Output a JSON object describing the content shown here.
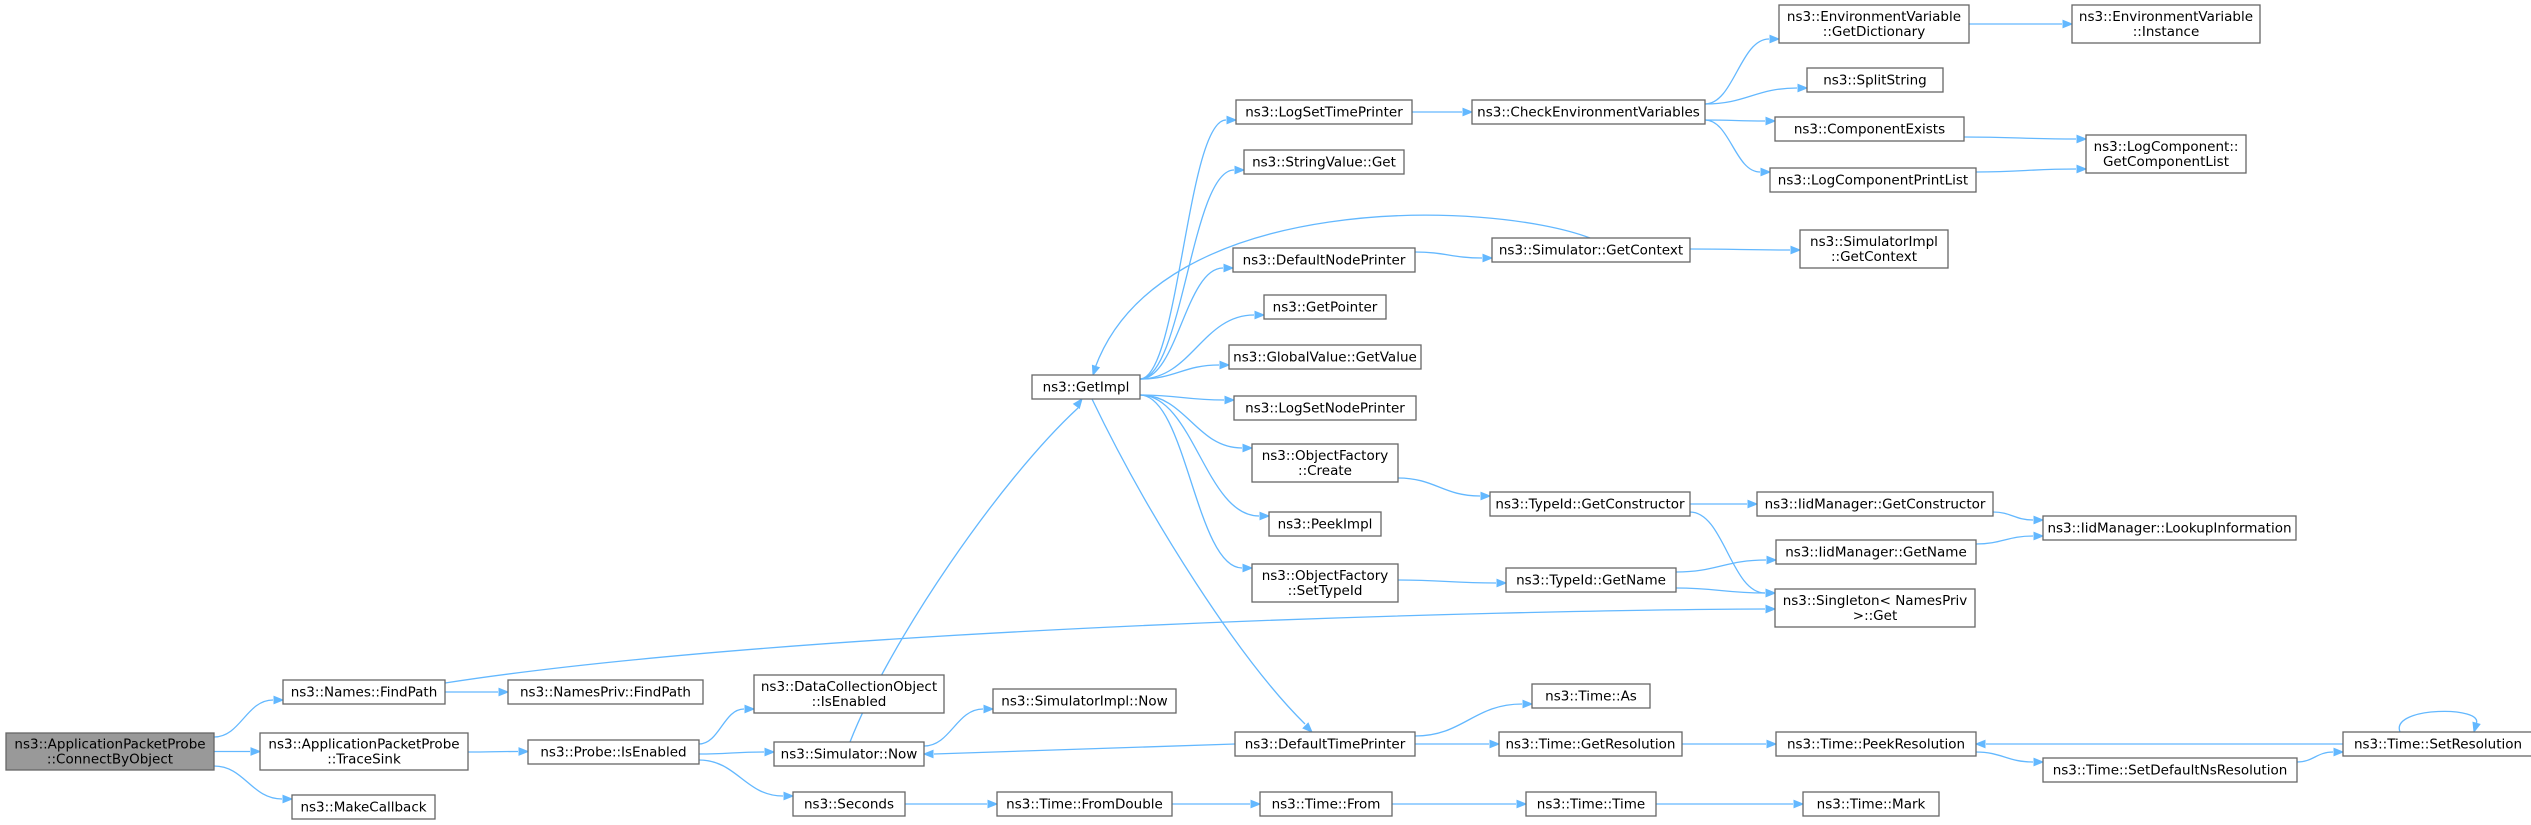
{
  "diagram": {
    "type": "call-graph",
    "edge_color": "#63b8ff",
    "node_border_color": "#666666",
    "root_fill_color": "#999999",
    "nodes": [
      {
        "id": "connectByObject",
        "lines": [
          "ns3::ApplicationPacketProbe",
          "::ConnectByObject"
        ],
        "root": true
      },
      {
        "id": "namesFindPath",
        "lines": [
          "ns3::Names::FindPath"
        ]
      },
      {
        "id": "traceSink",
        "lines": [
          "ns3::ApplicationPacketProbe",
          "::TraceSink"
        ]
      },
      {
        "id": "makeCallback",
        "lines": [
          "ns3::MakeCallback"
        ]
      },
      {
        "id": "namesPrivFindPath",
        "lines": [
          "ns3::NamesPriv::FindPath"
        ]
      },
      {
        "id": "singletonGet",
        "lines": [
          "ns3::Singleton< NamesPriv",
          ">::Get"
        ]
      },
      {
        "id": "probeIsEnabled",
        "lines": [
          "ns3::Probe::IsEnabled"
        ]
      },
      {
        "id": "dcoIsEnabled",
        "lines": [
          "ns3::DataCollectionObject",
          "::IsEnabled"
        ]
      },
      {
        "id": "simulatorNow",
        "lines": [
          "ns3::Simulator::Now"
        ]
      },
      {
        "id": "seconds",
        "lines": [
          "ns3::Seconds"
        ]
      },
      {
        "id": "getImpl",
        "lines": [
          "ns3::GetImpl"
        ]
      },
      {
        "id": "simImplNow",
        "lines": [
          "ns3::SimulatorImpl::Now"
        ]
      },
      {
        "id": "timeFromDouble",
        "lines": [
          "ns3::Time::FromDouble"
        ]
      },
      {
        "id": "logSetTimePrinter",
        "lines": [
          "ns3::LogSetTimePrinter"
        ]
      },
      {
        "id": "stringValueGet",
        "lines": [
          "ns3::StringValue::Get"
        ]
      },
      {
        "id": "defaultNodePrinter",
        "lines": [
          "ns3::DefaultNodePrinter"
        ]
      },
      {
        "id": "getPointer",
        "lines": [
          "ns3::GetPointer"
        ]
      },
      {
        "id": "globalValueGetValue",
        "lines": [
          "ns3::GlobalValue::GetValue"
        ]
      },
      {
        "id": "logSetNodePrinter",
        "lines": [
          "ns3::LogSetNodePrinter"
        ]
      },
      {
        "id": "objectFactoryCreate",
        "lines": [
          "ns3::ObjectFactory",
          "::Create"
        ]
      },
      {
        "id": "peekImpl",
        "lines": [
          "ns3::PeekImpl"
        ]
      },
      {
        "id": "objectFactorySetTypeId",
        "lines": [
          "ns3::ObjectFactory",
          "::SetTypeId"
        ]
      },
      {
        "id": "defaultTimePrinter",
        "lines": [
          "ns3::DefaultTimePrinter"
        ]
      },
      {
        "id": "timeFrom",
        "lines": [
          "ns3::Time::From"
        ]
      },
      {
        "id": "checkEnvVars",
        "lines": [
          "ns3::CheckEnvironmentVariables"
        ]
      },
      {
        "id": "simulatorGetContext",
        "lines": [
          "ns3::Simulator::GetContext"
        ]
      },
      {
        "id": "typeIdGetConstructor",
        "lines": [
          "ns3::TypeId::GetConstructor"
        ]
      },
      {
        "id": "typeIdGetName",
        "lines": [
          "ns3::TypeId::GetName"
        ]
      },
      {
        "id": "timeAs",
        "lines": [
          "ns3::Time::As"
        ]
      },
      {
        "id": "timeGetResolution",
        "lines": [
          "ns3::Time::GetResolution"
        ]
      },
      {
        "id": "timeTime",
        "lines": [
          "ns3::Time::Time"
        ]
      },
      {
        "id": "envVarGetDictionary",
        "lines": [
          "ns3::EnvironmentVariable",
          "::GetDictionary"
        ]
      },
      {
        "id": "splitString",
        "lines": [
          "ns3::SplitString"
        ]
      },
      {
        "id": "componentExists",
        "lines": [
          "ns3::ComponentExists"
        ]
      },
      {
        "id": "logComponentPrintList",
        "lines": [
          "ns3::LogComponentPrintList"
        ]
      },
      {
        "id": "simImplGetContext",
        "lines": [
          "ns3::SimulatorImpl",
          "::GetContext"
        ]
      },
      {
        "id": "iidGetConstructor",
        "lines": [
          "ns3::IidManager::GetConstructor"
        ]
      },
      {
        "id": "iidGetName",
        "lines": [
          "ns3::IidManager::GetName"
        ]
      },
      {
        "id": "timePeekResolution",
        "lines": [
          "ns3::Time::PeekResolution"
        ]
      },
      {
        "id": "timeMark",
        "lines": [
          "ns3::Time::Mark"
        ]
      },
      {
        "id": "timeSetDefaultNsRes",
        "lines": [
          "ns3::Time::SetDefaultNsResolution"
        ]
      },
      {
        "id": "envVarInstance",
        "lines": [
          "ns3::EnvironmentVariable",
          "::Instance"
        ]
      },
      {
        "id": "logComponentGetList",
        "lines": [
          "ns3::LogComponent::",
          "GetComponentList"
        ]
      },
      {
        "id": "iidLookupInfo",
        "lines": [
          "ns3::IidManager::LookupInformation"
        ]
      },
      {
        "id": "timeSetResolution",
        "lines": [
          "ns3::Time::SetResolution"
        ]
      }
    ],
    "edges": [
      [
        "connectByObject",
        "namesFindPath"
      ],
      [
        "connectByObject",
        "traceSink"
      ],
      [
        "connectByObject",
        "makeCallback"
      ],
      [
        "namesFindPath",
        "namesPrivFindPath"
      ],
      [
        "namesFindPath",
        "singletonGet"
      ],
      [
        "traceSink",
        "probeIsEnabled"
      ],
      [
        "probeIsEnabled",
        "dcoIsEnabled"
      ],
      [
        "probeIsEnabled",
        "simulatorNow"
      ],
      [
        "probeIsEnabled",
        "seconds"
      ],
      [
        "simulatorNow",
        "getImpl"
      ],
      [
        "simulatorNow",
        "simImplNow"
      ],
      [
        "seconds",
        "timeFromDouble"
      ],
      [
        "getImpl",
        "logSetTimePrinter"
      ],
      [
        "getImpl",
        "stringValueGet"
      ],
      [
        "getImpl",
        "defaultNodePrinter"
      ],
      [
        "getImpl",
        "getPointer"
      ],
      [
        "getImpl",
        "globalValueGetValue"
      ],
      [
        "getImpl",
        "logSetNodePrinter"
      ],
      [
        "getImpl",
        "objectFactoryCreate"
      ],
      [
        "getImpl",
        "peekImpl"
      ],
      [
        "getImpl",
        "objectFactorySetTypeId"
      ],
      [
        "getImpl",
        "defaultTimePrinter"
      ],
      [
        "simulatorGetContext",
        "getImpl"
      ],
      [
        "timeFromDouble",
        "timeFrom"
      ],
      [
        "logSetTimePrinter",
        "checkEnvVars"
      ],
      [
        "defaultNodePrinter",
        "simulatorGetContext"
      ],
      [
        "objectFactoryCreate",
        "typeIdGetConstructor"
      ],
      [
        "objectFactorySetTypeId",
        "typeIdGetName"
      ],
      [
        "defaultTimePrinter",
        "simulatorNow"
      ],
      [
        "defaultTimePrinter",
        "timeAs"
      ],
      [
        "defaultTimePrinter",
        "timeGetResolution"
      ],
      [
        "timeFrom",
        "timeTime"
      ],
      [
        "checkEnvVars",
        "envVarGetDictionary"
      ],
      [
        "checkEnvVars",
        "splitString"
      ],
      [
        "checkEnvVars",
        "componentExists"
      ],
      [
        "checkEnvVars",
        "logComponentPrintList"
      ],
      [
        "simulatorGetContext",
        "simImplGetContext"
      ],
      [
        "typeIdGetConstructor",
        "iidGetConstructor"
      ],
      [
        "typeIdGetConstructor",
        "singletonGet"
      ],
      [
        "typeIdGetName",
        "iidGetName"
      ],
      [
        "typeIdGetName",
        "singletonGet"
      ],
      [
        "timeGetResolution",
        "timePeekResolution"
      ],
      [
        "timeTime",
        "timeMark"
      ],
      [
        "envVarGetDictionary",
        "envVarInstance"
      ],
      [
        "componentExists",
        "logComponentGetList"
      ],
      [
        "logComponentPrintList",
        "logComponentGetList"
      ],
      [
        "iidGetConstructor",
        "iidLookupInfo"
      ],
      [
        "iidGetName",
        "iidLookupInfo"
      ],
      [
        "timePeekResolution",
        "timeSetDefaultNsRes"
      ],
      [
        "timeSetDefaultNsRes",
        "timeSetResolution"
      ],
      [
        "timeSetResolution",
        "timePeekResolution"
      ],
      [
        "timeSetResolution",
        "timeSetResolution"
      ]
    ]
  }
}
